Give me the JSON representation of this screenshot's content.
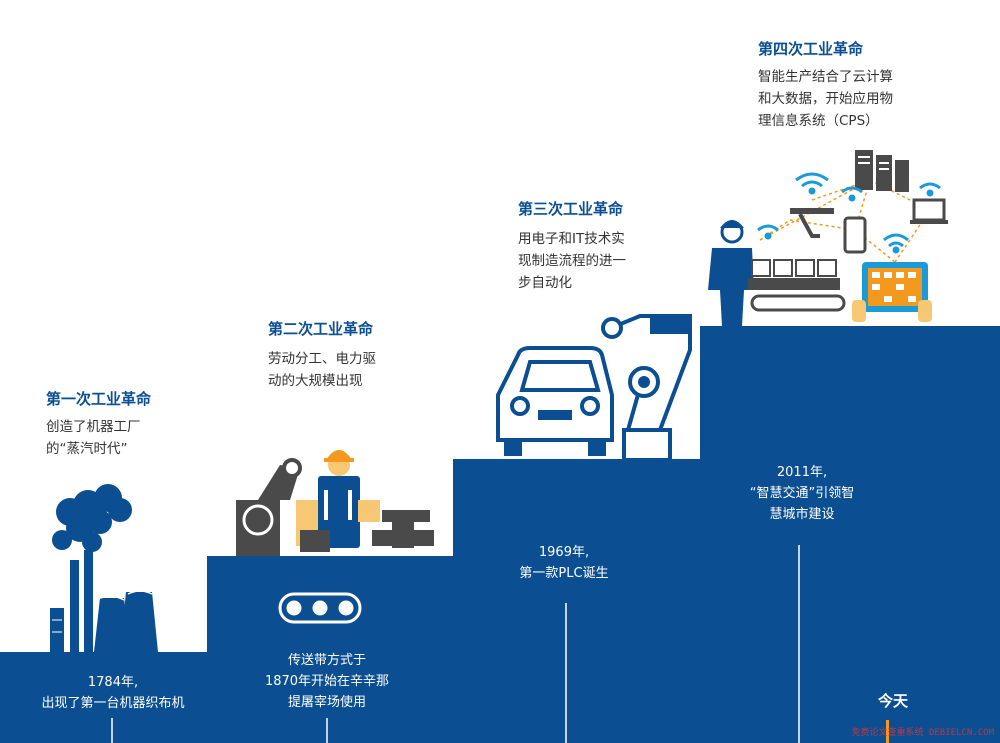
{
  "stages": [
    {
      "title": "第一次工业革命",
      "desc": "创造了机器工厂\n的“蒸汽时代”",
      "milestone": "1784年,\n出现了第一台机器织布机"
    },
    {
      "title": "第二次工业革命",
      "desc": "劳动分工、电力驱\n动的大规模出现",
      "milestone": "传送带方式于\n1870年开始在辛辛那\n提屠宰场使用"
    },
    {
      "title": "第三次工业革命",
      "desc": "用电子和IT技术实\n现制造流程的进一\n步自动化",
      "milestone": "1969年,\n第一款PLC诞生"
    },
    {
      "title": "第四次工业革命",
      "desc": "智能生产结合了云计算\n和大数据，开始应用物\n理信息系统（CPS）",
      "milestone": "2011年,\n“智慧交通”引领智\n慧城市建设"
    }
  ],
  "today_label": "今天",
  "watermark": "免费论文查重系统\nDEBIELCN.COM",
  "colors": {
    "navy": "#0b4f92",
    "orange": "#f39a1e",
    "gray": "#4a4a4a",
    "white": "#ffffff"
  }
}
